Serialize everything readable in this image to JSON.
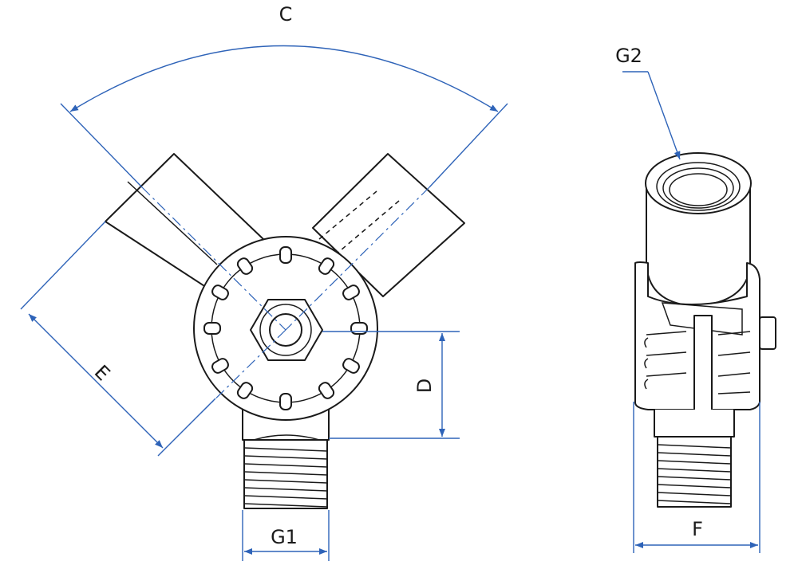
{
  "dimensions": {
    "c": "C",
    "e": "E",
    "d": "D",
    "g1": "G1",
    "g2": "G2",
    "f": "F"
  },
  "colors": {
    "dimension_line": "#2e63b8",
    "outline": "#1a1a1a"
  }
}
